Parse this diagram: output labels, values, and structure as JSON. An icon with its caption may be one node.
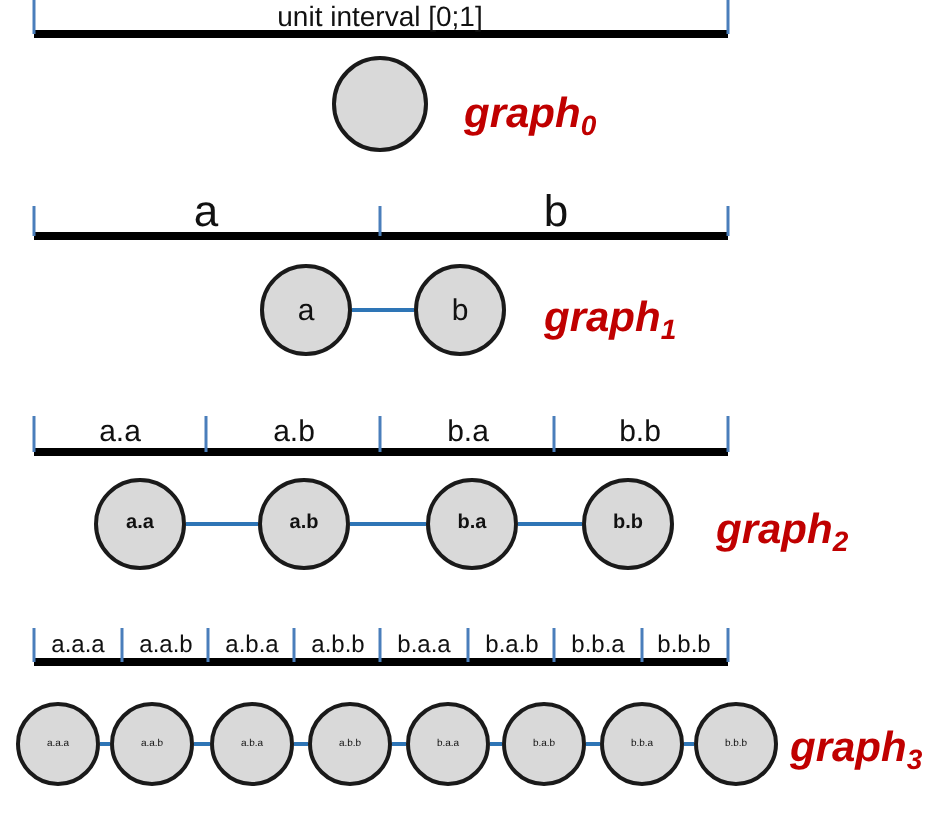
{
  "diagram": {
    "nodes": [
      {
        "text": [],
        "shape": "circle"
      },
      {
        "text": [
          "a"
        ]
      },
      {
        "text": [
          "b"
        ]
      },
      {
        "text": [
          "a.a"
        ]
      },
      {
        "text": [
          "a.b"
        ]
      },
      {
        "text": [
          "b.a"
        ]
      },
      {
        "text": [
          "b.b"
        ]
      },
      {
        "text": [
          "a.a.a"
        ]
      },
      {
        "text": [
          "a.a.b"
        ]
      },
      {
        "text": [
          "a.b.a"
        ]
      },
      {
        "text": [
          "a.b.b"
        ]
      },
      {
        "text": [
          "b.a.a"
        ]
      },
      {
        "text": [
          "b.a.b"
        ]
      },
      {
        "text": [
          "b.b.a"
        ]
      },
      {
        "text": [
          "b.b.b"
        ]
      }
    ],
    "edges": [
      {
        "from": 1,
        "to": 2,
        "arrow": "none"
      },
      {
        "from": 3,
        "to": 4,
        "arrow": "none"
      },
      {
        "from": 4,
        "to": 5,
        "arrow": "none"
      },
      {
        "from": 5,
        "to": 6,
        "arrow": "none"
      },
      {
        "from": 7,
        "to": 8,
        "arrow": "none"
      },
      {
        "from": 8,
        "to": 9,
        "arrow": "none"
      },
      {
        "from": 9,
        "to": 10,
        "arrow": "none"
      },
      {
        "from": 10,
        "to": 11,
        "arrow": "none"
      },
      {
        "from": 11,
        "to": 12,
        "arrow": "none"
      },
      {
        "from": 12,
        "to": 13,
        "arrow": "none"
      },
      {
        "from": 13,
        "to": 14,
        "arrow": "none"
      }
    ],
    "labels": [
      "unit interval [0;1]",
      "graph$_{0}$",
      "a",
      "b",
      "graph$_{1}$",
      "a.a",
      "a.b",
      "b.a",
      "b.b",
      "graph$_{2}$",
      "a.a.a",
      "a.a.b",
      "a.b.a",
      "a.b.b",
      "b.a.a",
      "b.a.b",
      "b.b.a",
      "b.b.b",
      "graph$_{3}$"
    ]
  }
}
